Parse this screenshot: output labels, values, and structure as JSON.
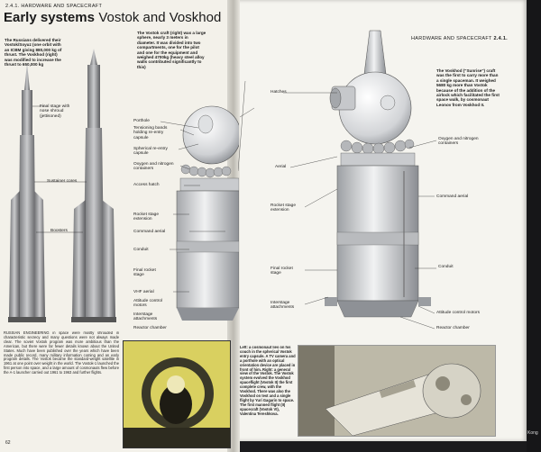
{
  "left_page": {
    "section_number": "2.4.1.",
    "section_name": "HARDWARE AND SPACECRAFT",
    "title_bold": "Early systems",
    "title_light": "Vostok and Voskhod",
    "intro_caption": "The Russians delivered their Vostok/Soyuz (one orbit with an ICBM giving 880,000 kg of thrust. The Voskhod (right) was modified to increase the thrust to 650,000 kg",
    "vostok_caption": "The Vostok craft (right) was a large sphere, nearly 3 meters in diameter. It was divided into two compartments, one for the pilot and one for the equipment and weighed 4700kg (heavy steel alloy walls contributed significantly to this)",
    "rocket_labels": [
      "Final stage with nose shroud (jettisoned)",
      "Sustainer cores",
      "Boosters"
    ],
    "spacecraft_labels": [
      "Porthole",
      "Tensioning bands holding re-entry capsule",
      "Spherical re-entry capsule",
      "Oxygen and nitrogen containers",
      "Access hatch",
      "Rocket stage extension",
      "Command aerial",
      "Conduit",
      "Final rocket stage",
      "VHF aerial",
      "Attitude control motors",
      "Interstage attachments",
      "Reactor chamber"
    ],
    "body_text": "RUSSIAN ENGINEERING in space were mostly shrouded in characteristic secrecy and many questions were not always made clear. The soviet Vostok program was more ambitious than the American, but there were far fewer details known about the United States. Much have been published over the years which have been made public record, many military information coming and an early program details. The Vostok became the standard-weight satellite in 1961 at one point over weight in the world. The Vostok-1 launched the first person into space, and a large amount of cosmonauts flew before the A-1 launcher carried out 1961 to 1963 and further flights.",
    "folio": "62"
  },
  "right_page": {
    "section_name": "HARDWARE AND SPACECRAFT",
    "section_number": "2.4.1.",
    "voskhod_caption": "The Voskhod (\"Sunrise\") craft was the first to carry more than a single spaceman. It weighed 5680 kg more than Vostok because of the addition of the airlock which facilitated the first space walk, by cosmonaut Leonov from Voskhod II.",
    "labels": [
      "Hatches",
      "Oxygen and nitrogen containers",
      "Aerial",
      "Command aerial",
      "Rocket stage extension",
      "Final rocket stage",
      "Conduit",
      "Interstage attachments",
      "Attitude control motors",
      "Reactor chamber"
    ],
    "photo_caption": "Left: a cosmonaut lies on his couch in the spherical Vostok entry capsule. A TV camera and a porthole with an optical orientation device are placed in front of him. Right: a general view of the Vostok. The Vostok system evolved the Voskhod spaceflight (Vostok II) the first complete crew, with the Voskhod. There was also the Voskhod on test and a single flight by Yuri Gagarin to space. The first manned flight (II) spacecraft (Vostok VI), Valentina Tereshkova.",
    "edge_text": "Kong"
  },
  "colors": {
    "page": "#f3f1ea",
    "ink": "#1a1a1a",
    "metal_light": "#e9eaec",
    "metal_mid": "#c7c9cc",
    "metal_dark": "#8e9196",
    "photo_tint": "#d9d060"
  }
}
